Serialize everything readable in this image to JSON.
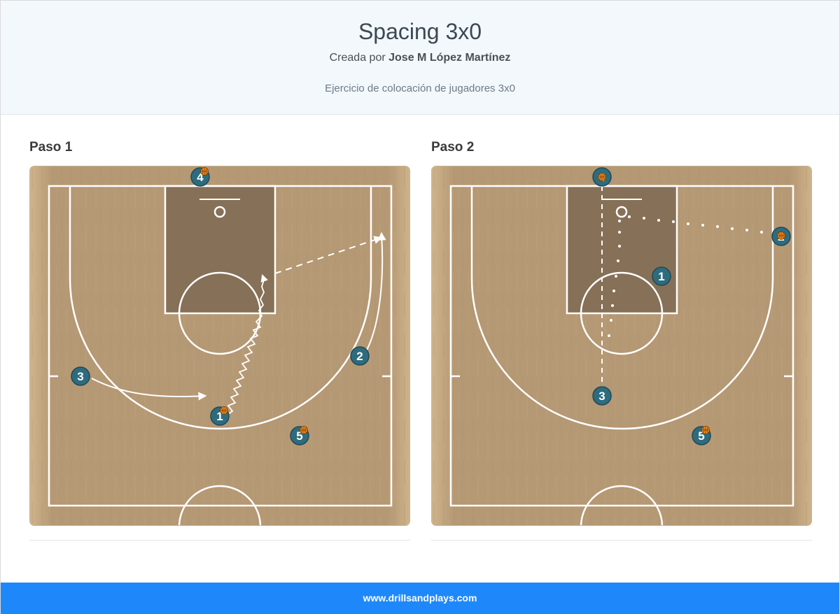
{
  "header": {
    "title": "Spacing 3x0",
    "byline_prefix": "Creada por",
    "author": "Jose M López Martínez",
    "description": "Ejercicio de colocación de jugadores 3x0"
  },
  "steps": [
    {
      "title": "Paso 1",
      "players": [
        {
          "label": "4",
          "has_ball": true
        },
        {
          "label": "2",
          "has_ball": false
        },
        {
          "label": "3",
          "has_ball": false
        },
        {
          "label": "1",
          "has_ball": true
        },
        {
          "label": "5",
          "has_ball": true
        }
      ]
    },
    {
      "title": "Paso 2",
      "players": [
        {
          "label": "4",
          "has_ball": true
        },
        {
          "label": "2",
          "has_ball": true
        },
        {
          "label": "1",
          "has_ball": false
        },
        {
          "label": "3",
          "has_ball": false
        },
        {
          "label": "5",
          "has_ball": true
        }
      ]
    }
  ],
  "footer": {
    "site": "www.drillsandplays.com"
  },
  "colors": {
    "player": "#2e6b7d",
    "court_wood": "#b89a74",
    "paint": "#7a6650",
    "lines": "#ffffff",
    "footer": "#1e88fb"
  }
}
